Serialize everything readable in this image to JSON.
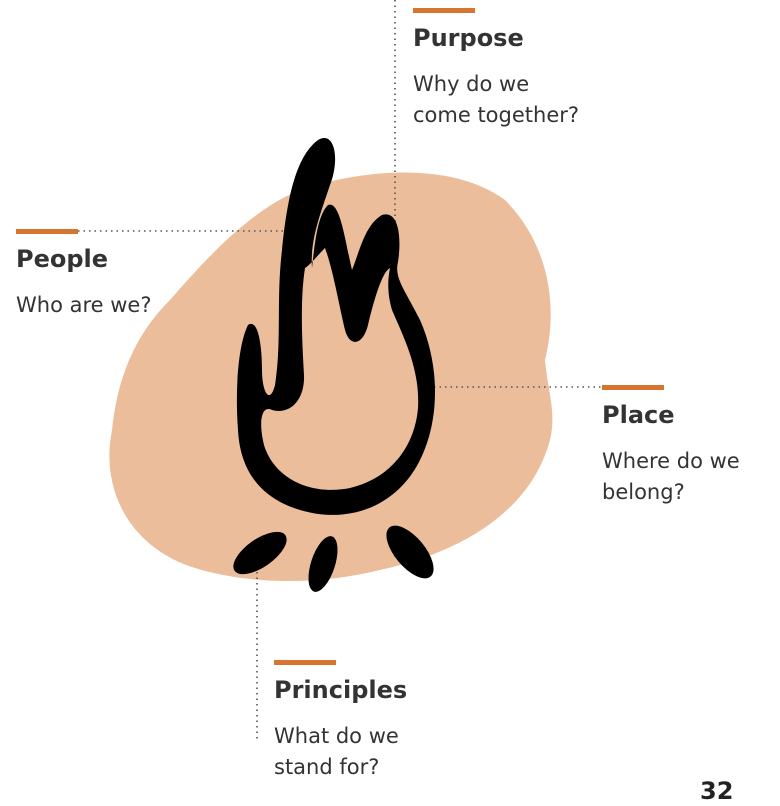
{
  "colors": {
    "accent": "#d6752f",
    "blob": "#ebbd9b",
    "flame": "#000000",
    "text": "#333333",
    "connector": "#555555"
  },
  "icon": "campfire-icon",
  "nodes": {
    "purpose": {
      "title": "Purpose",
      "line1": "Why do we",
      "line2": "come together?"
    },
    "people": {
      "title": "People",
      "line1": "Who are we?"
    },
    "place": {
      "title": "Place",
      "line1": "Where do we",
      "line2": "belong?"
    },
    "principles": {
      "title": "Principles",
      "line1": "What do we",
      "line2": "stand for?"
    }
  },
  "page_number": "32"
}
